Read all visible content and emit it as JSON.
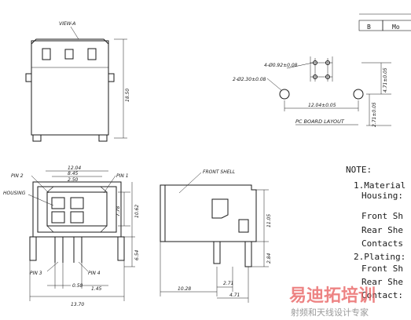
{
  "title_block": {
    "rev": "B",
    "header": "Mo"
  },
  "top_view": {
    "title": "VIEW-A",
    "height_dim": "18.50"
  },
  "pcb_layout": {
    "title": "PC BOARD LAYOUT",
    "pad_dia": "4-Ø0.92±0.08",
    "hole_dia": "2-Ø2.30±0.08",
    "span": "12.04±0.05",
    "v_dim1": "4.71±0.05",
    "v_dim2": "2.71±0.05"
  },
  "front_view": {
    "pin1": "PIN 1",
    "pin2": "PIN 2",
    "pin3": "PIN 3",
    "pin4": "PIN 4",
    "housing": "HOUSING",
    "w1": "12.04",
    "w2": "8.45",
    "w3": "2.50",
    "h1": "7.78",
    "h2": "10.62",
    "h3": "6.54",
    "b1": "0.58",
    "b2": "1.45",
    "b3": "13.70"
  },
  "side_view": {
    "front_shell": "FRONT SHELL",
    "h1": "11.05",
    "h2": "2.84",
    "d1": "10.28",
    "d2": "2.71",
    "d3": "4.71"
  },
  "notes": {
    "heading": "NOTE:",
    "lines": [
      "1.Material",
      "Housing:",
      "Front Sh",
      "Rear She",
      "Contacts",
      "2.Plating:",
      "Front Sh",
      "Rear She",
      "Contact:"
    ]
  },
  "watermark": {
    "main": "易迪拓培训",
    "sub": "射频和天线设计专家"
  }
}
